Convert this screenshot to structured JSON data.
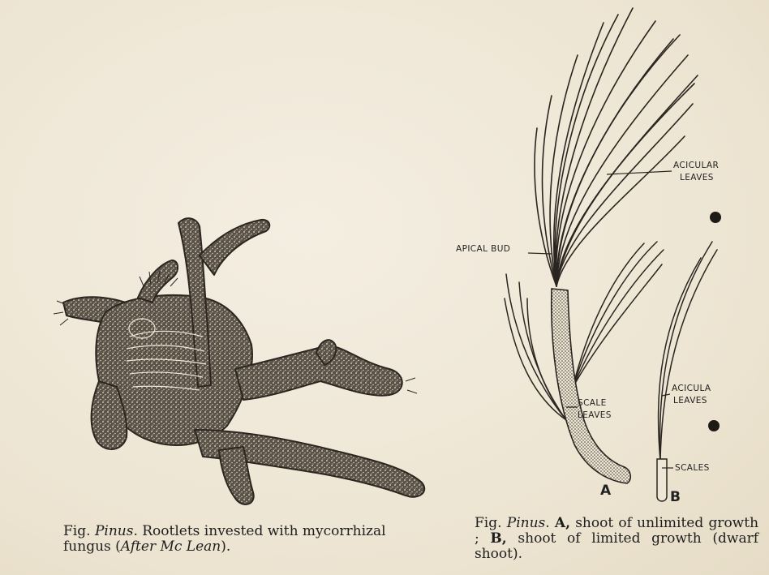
{
  "left_figure": {
    "caption": {
      "prefix": "Fig.",
      "genus": "Pinus",
      "text_1": ". Rootlets invested with mycorrhizal fungus (",
      "credit": "After Mc Lean",
      "text_2": ")."
    }
  },
  "right_figure": {
    "labels": {
      "acicular_leaves_top_1": "ACICULAR",
      "acicular_leaves_top_2": "LEAVES",
      "apical_bud": "APICAL BUD",
      "scale_leaves_1": "SCALE",
      "scale_leaves_2": "LEAVES",
      "acicular_leaves_b_1": "ACICULA",
      "acicular_leaves_b_2": "LEAVES",
      "scales": "SCALES",
      "panel_a": "A",
      "panel_b": "B"
    },
    "caption": {
      "prefix": "Fig.",
      "genus": "Pinus",
      "sep_1": ".",
      "label_a": "A,",
      "text_a": "shoot of unlimited growth ;",
      "label_b": "B,",
      "text_b": "shoot of limited growth (dwarf shoot)."
    }
  }
}
